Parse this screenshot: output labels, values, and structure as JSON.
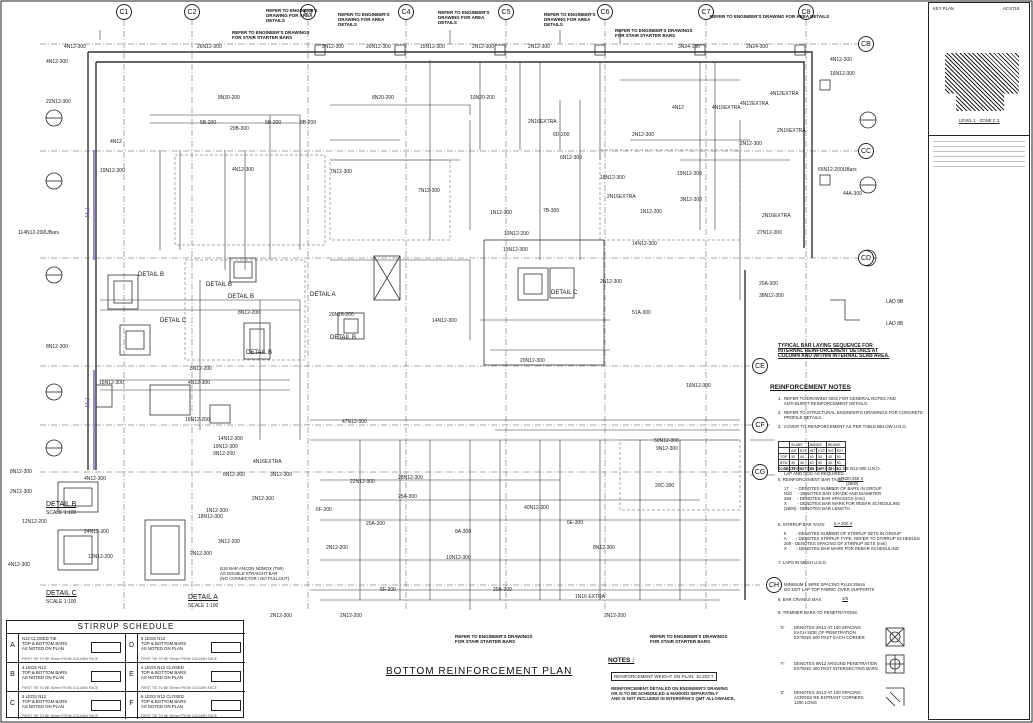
{
  "grid_columns": [
    "C1",
    "C2",
    "C3",
    "C4",
    "C5",
    "C6",
    "C7",
    "C8"
  ],
  "grid_rows": [
    "CB",
    "CC",
    "CD",
    "CE",
    "CF",
    "CG",
    "CH"
  ],
  "engineer_refs": [
    "REFER TO ENGINEER'S\nDRAWING FOR AREA\nDETAILS",
    "REFER TO ENGINEER'S DRAWINGS\nFOR STAIR STARTER BARS",
    "REFER TO ENGINEER'S\nDRAWING FOR AREA\nDETAILS",
    "REFER TO ENGINEER'S\nDRAWING FOR AREA\nDETAILS",
    "REFER TO ENGINEER'S\nDRAWING FOR AREA\nDETAILS",
    "REFER TO ENGINEER'S DRAWINGS\nFOR STAIR STARTER BARS",
    "REFER TO ENGINEER'S DRAWING FOR AREA DETAILS",
    "REFER TO ENGINEER'S DRAWINGS\nFOR STAIR STARTER BARS",
    "REFER TO ENGINEER'S DRAWINGS\nFOR STAIR STARTER BARS"
  ],
  "bar_labels": [
    "4N12-300",
    "26N12-300",
    "2N12-300",
    "26N12-300",
    "15N12-300",
    "2N12-300",
    "2N12-300",
    "3N24-130",
    "2N24-300",
    "4N12-300",
    "4N12-300",
    "22N12-300",
    "16N12-300",
    "8N20-200",
    "8N20-200",
    "10N20-200",
    "4N12",
    "4N16EXTRA",
    "5B-200",
    "20B-300",
    "5B-200",
    "8B-200",
    "6D-200",
    "2N16EXTRA",
    "2N16EXTRA",
    "4N12",
    "4N12EXTRA",
    "4N12EXTRA",
    "6N12-300",
    "2N12-300",
    "19N12-300",
    "2N12-300",
    "65N12-200UBars",
    "44A-300",
    "114N12-200UBars",
    "13N12-300",
    "8N12-200",
    "14N12-300",
    "20N16-200",
    "2N12-300",
    "51A-300",
    "8N12-300",
    "20N12-300",
    "16N12-300",
    "27N12-300",
    "20A-300",
    "38N12-300",
    "4N12-300",
    "16N12-300",
    "50N12-300",
    "9N12-300",
    "20C-300",
    "28N12-300",
    "6E-300",
    "8N12-300",
    "4N12-300",
    "2N12-300",
    "12N12-200",
    "24N12-300",
    "12N12-200",
    "18N12-300",
    "4N12-300",
    "2N12-300",
    "3N12-200",
    "1N12-300",
    "2N12-300",
    "20A-200",
    "6F-200",
    "25A-300",
    "40N12-300",
    "8A-300",
    "8N12-300",
    "7N12-300",
    "47N12-300",
    "19N12-300",
    "9N12-200",
    "16N12-200",
    "4N16EXTRA",
    "8N12-300",
    "3N12-300",
    "8N12-200",
    "14N12-300",
    "7N12-300",
    "13N12-200",
    "1N12-200",
    "1N12-200",
    "18N12-300",
    "3N12-300",
    "14N12-300",
    "6F-200",
    "2N12-200",
    "10N12-300",
    "7B-300",
    "19N12-300",
    "4N12-300",
    "22N12-300",
    "20A-200",
    "2N16EXTRA",
    "2N16EXTRA",
    "1N16 EXTRA",
    "2N12-200",
    "2N12-200",
    "2N12-300"
  ],
  "detail_labels": [
    "DETAIL B",
    "DETAIL B",
    "DETAIL C",
    "DETAIL A",
    "DETAIL B",
    "DETAIL C",
    "DETAIL B",
    "DETAIL B",
    "DETAIL C",
    "DETAIL A"
  ],
  "detail_scales": [
    "SCALE 1:100",
    "SCALE 1:100",
    "SCALE 1:100"
  ],
  "ma_labels": [
    "M.J",
    "M.J"
  ],
  "plan_title": "BOTTOM REINFORCEMENT PLAN",
  "typical_note": "TYPICAL BAR LAYING SEQUENCE FOR\nINTERNAL REINFORCEMENT DETAILS AT\nCOLUMN AND WITHIN INTERNAL SLAB AREA.",
  "lad_labels": [
    "LAD 9B",
    "LAD 8B"
  ],
  "notes_small": [
    "N16 BAR ANCON NOMOX (TWI)",
    "AS DOUBLE STRAIGHT BAR",
    "(NO CONNECTOR / NO PULLOUT)"
  ],
  "reinforcement_notes": {
    "heading": "REINFORCEMENT NOTES",
    "items": [
      "1.  REFER TO DRAWING 0001 FOR GENERAL NOTES AND\n     ANTI-BURST REINFORCEMENT DETAILS.",
      "2.  REFER TO STRUCTURAL ENGINEER'S DRAWINGS FOR CONCRETE\n     PROFILE DETAILS.",
      "3.  COVER TO REINFORCEMENT AS PER TABLE BELOW U.N.O.",
      "4.  DISTRIBUTION BARS SHALL BE N12-300 U.N.O.\n     LAP AND COG AS REQUIRED.",
      "5.  REINFORCEMENT BAR TAGS:",
      "     17      - DENOTES NUMBER OF BARS IN GROUP\n     N20     - DENOTES BAR GRADE AND DIAMETER\n     250     - DENOTES BAR SPACINGS (mm)\n     X         - DENOTES BAR MARK FOR REBAR SCHEDULING\n     (2800) - DENOTES BAR LENGTH",
      "6.  STIRRUP BAR TAGS:",
      "     5        - DENOTES NUMBER OF STIRRUP SETS IN GROUP\n     A        - DENOTES STIRRUP TYPE. REFER TO STIRRUP SCHEDULE\n     200 - DENOTES SPACING OF STIRRUP SETS (mm)\n     X        - DENOTES BAR MARK FOR REBAR SCHEDULING",
      "7.  LAPS IN MESH U.N.O.",
      "8.  BAR CRANKS MAX",
      "9.  TRIMMER BARS TO PENETRATIONS."
    ],
    "bar_tag_example": "17N20-250 X",
    "bar_tag_length": "(2800)",
    "stirrup_tag_example": "5 A 200 X",
    "mesh_note": "MINIMUM 1 WIRE SPACING PLUS 25mm\nDO NOT LAP TOP FABRIC OVER SUPPORTS",
    "crank_value": "1/6",
    "cover_table": {
      "header": [
        "",
        "SLABS",
        "",
        "BANDS",
        "",
        "BEAMS",
        ""
      ],
      "subheader": [
        "",
        "INT",
        "EXT",
        "INT",
        "EXT",
        "INT",
        "EXT"
      ],
      "rows": [
        [
          "TOP",
          "30",
          "40",
          "40",
          "50",
          "40",
          "50"
        ],
        [
          "BTM",
          "30",
          "40",
          "40",
          "50",
          "40",
          "50"
        ],
        [
          "SIDE",
          "30",
          "40",
          "40",
          "50",
          "40",
          "50"
        ]
      ]
    },
    "trimmers": [
      {
        "key": "'X'",
        "text": "DENOTES 2N12 AT 100 SPACING\nEACH SIDE OF PENETRATION\nEXTEND 600 PAST EACH CORNER"
      },
      {
        "key": "'Y'",
        "text": "DENOTES 8N12 AROUND PENETRATION\nEXTEND 400 PAST INTERSECTING BARS"
      },
      {
        "key": "'Z'",
        "text": "DENOTES 2N12 AT 100 SPACING\nACROSS RE-ENTRANT CORNERS\n1200 LONG"
      }
    ]
  },
  "bottom_notes": {
    "heading": "NOTES :",
    "weight": "REINFORCEMENT WEIGHT ON PLAN: 10.203 T",
    "note": "REINFORCEMENT DETAILED ON ENGINEER'S DRAWING\nOR IS TO BE SCHEDULED & MARKED SEPARATELY\nAND IS NOT INCLUDED IN INTERSPAN'S QMT ALLOWANCE."
  },
  "stirrup_schedule": {
    "title": "STIRRUP SCHEDULE",
    "items": [
      {
        "key": "A",
        "desc": "N12 CLOSED TIE\nTOP & BOTTOM BARS\nAS NOTED ON PLAN",
        "foot": "FIRST TIE TO BE 50mm FROM COLUMN FACE"
      },
      {
        "key": "D",
        "desc": "6 LEGS N12\nTOP & BOTTOM BARS\nAS NOTED ON PLAN",
        "foot": "FIRST TIE TO BE 50mm FROM COLUMN FACE"
      },
      {
        "key": "B",
        "desc": "4 LEGS N12\nTOP & BOTTOM BARS\nAS NOTED ON PLAN",
        "foot": "FIRST TIE TO BE 50mm FROM COLUMN FACE"
      },
      {
        "key": "E",
        "desc": "4 LEGS N12 CLOSED\nTOP & BOTTOM BARS\nAS NOTED ON PLAN",
        "foot": "FIRST TIE TO BE 50mm FROM COLUMN FACE"
      },
      {
        "key": "C",
        "desc": "6 LEGS N12\nTOP & BOTTOM BARS\nAS NOTED ON PLAN",
        "foot": "FIRST TIE TO BE 50mm FROM COLUMN FACE"
      },
      {
        "key": "F",
        "desc": "6 LEGS N12 CLOSED\nTOP & BOTTOM BARS\nAS NOTED ON PLAN",
        "foot": "FIRST TIE TO BE 50mm FROM COLUMN FACE"
      }
    ]
  },
  "sidebar": {
    "key_plan": "KEY PLAN",
    "drawing_no": "ACST18",
    "zone_label": "LEVEL 1 - ZONE C 3"
  }
}
